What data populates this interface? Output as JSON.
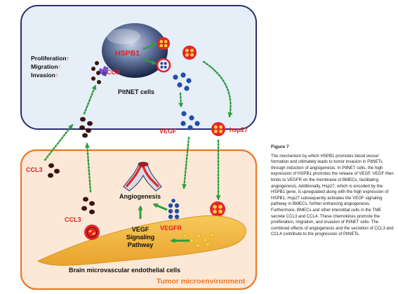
{
  "cell_panel": {
    "title": "PitNET cells",
    "gene_label": "HSPB1",
    "receptor_label": "CCR",
    "effects": [
      {
        "text": "Proliferation",
        "arrow": "↑"
      },
      {
        "text": "Migration",
        "arrow": "↑"
      },
      {
        "text": "Invasion",
        "arrow": "↑"
      }
    ]
  },
  "signals": {
    "vegf": "VEGF",
    "hsp27": "hsp27",
    "ccl3_left": "CCL3",
    "ccl3_inner": "CCL3"
  },
  "tme_panel": {
    "title": "Tumor microenvironment",
    "angiogenesis": "Angiogenesis",
    "receptor": "VEGFR",
    "pathway_lines": [
      "VEGF",
      "Signaling",
      "Pathway"
    ],
    "cell_label": "Brain microvascular endothelial cells"
  },
  "caption": {
    "title": "Figure 7",
    "body": "The mechanism by which HSPB1 promotes blood vessel formation and ultimately leads to tumor invasion in PitNETs through induction of angiogenesis. In PitNET cells, the high expression of HSPB1 promotes the release of VEGF. VEGF then binds to VEGFR on the membrane of BMECs, facilitating angiogenesis. Additionally, Hsp27, which is encoded by the HSPB1 gene, is upregulated along with the high expression of HSPB1. Hsp27 subsequently activates the VEGF signaling pathway in BMECs, further enhancing angiogenesis. Furthermore, BMECs and other interstitial cells in the TME secrete CCL3 and CCL4. These chemokines promote the proliferation, migration, and invasion of PitNET cells. The combined effects of angiogenesis and the secretion of CCL3 and CCL4 contribute to the progression of PitNETs."
  },
  "colors": {
    "cell_panel_fill": "#e6eef8",
    "tme_panel_fill": "#fce8d6",
    "tme_border": "#e8792c",
    "red": "#e02020",
    "green": "#2c9e3c",
    "blue_dot": "#1f4fa6",
    "dark_dot": "#3a1510",
    "endothelial": "#f2b640"
  }
}
